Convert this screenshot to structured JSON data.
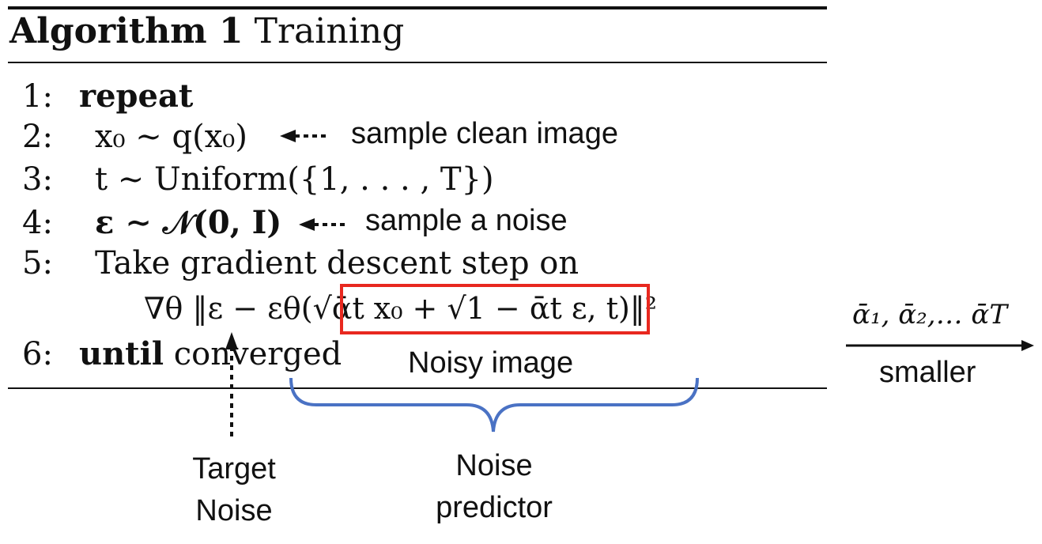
{
  "algorithm": {
    "label": "Algorithm 1",
    "name": "Training",
    "steps": [
      {
        "num": "1:",
        "keyword": "repeat",
        "rest": ""
      },
      {
        "num": "2:",
        "math": "x₀ ∼ q(x₀)"
      },
      {
        "num": "3:",
        "math": "t ∼ Uniform({1, . . . , T})"
      },
      {
        "num": "4:",
        "math": "ε ∼ 𝒩(0, I)"
      },
      {
        "num": "5:",
        "text": "Take gradient descent step on"
      },
      {
        "num": "",
        "math": "∇θ ‖ε − εθ(√ᾱt x₀ + √1 − ᾱt ε, t)‖²"
      },
      {
        "num": "6:",
        "keyword": "until",
        "rest": "converged"
      }
    ]
  },
  "annotations": {
    "clean_image": "sample clean image",
    "noise": "sample a noise",
    "noisy_image": "Noisy image",
    "target_noise_line1": "Target",
    "target_noise_line2": "Noise",
    "noise_predictor_line1": "Noise",
    "noise_predictor_line2": "predictor",
    "alpha_sequence": "ᾱ₁, ᾱ₂,… ᾱT",
    "smaller": "smaller"
  },
  "colors": {
    "red_box": "#e8281f",
    "brace": "#4a72c4",
    "text": "#111111"
  }
}
